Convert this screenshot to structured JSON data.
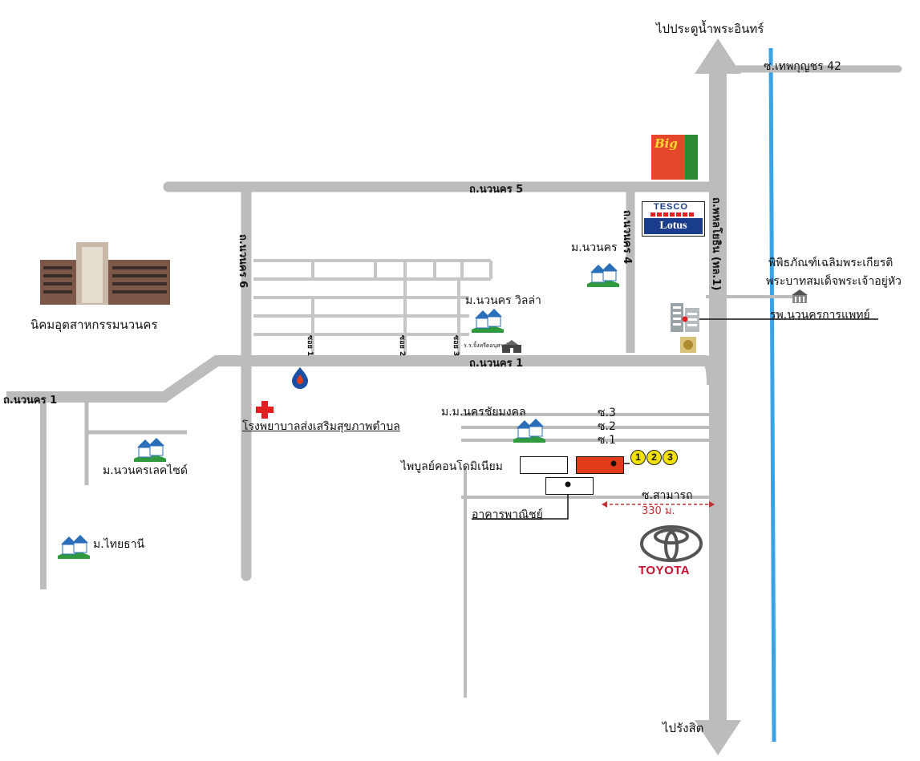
{
  "labels": {
    "north_destination": "ไปประตูน้ำพระอินทร์",
    "south_destination": "ไปรังสิต",
    "soi_thepkunchorn": "ซ.เทพกุญชร 42",
    "road_navanakorn5": "ถ.นวนคร 5",
    "road_navanakorn1_mid": "ถ.นวนคร 1",
    "road_navanakorn1_left": "ถ.นวนคร 1",
    "road_navanakorn6": "ถ.นวนคร 6",
    "road_navanakorn4": "ถ.นวนคร 4",
    "road_phahonyothin": "ถ.พหลโยธิน (ทล.1)",
    "soi1": "ซอย 1",
    "soi2": "ซอย 2",
    "soi3": "ซอย 3",
    "school_label": "ร.ร.จิ้งหรีดอนุสรณ์",
    "industrial_estate": "นิคมอุตสาหกรรมนวนคร",
    "village_navanakorn": "ม.นวนคร",
    "village_villa": "ม.นวนคร วิลล่า",
    "museum_line1": "พิพิธภัณฑ์เฉลิมพระเกียรติ",
    "museum_line2": "พระบาทสมเด็จพระเจ้าอยู่หัว",
    "hospital_private": "รพ.นวนครการแพทย์",
    "health_hospital": "โรงพยาบาลส่งเสริมสุขภาพตำบล",
    "village_nakhonchai": "ม.ม.นครชัยมงคล",
    "soi_s3": "ซ.3",
    "soi_s2": "ซ.2",
    "soi_s1": "ซ.1",
    "condo": "ไพบูลย์คอนโดมิเนียม",
    "commercial": "อาคารพาณิชย์",
    "soi_samarot": "ซ.สามารถ",
    "distance": "330 ม.",
    "village_lakeside": "ม.นวนครเลคไซด์",
    "village_thaithani": "ม.ไทยธานี"
  },
  "logos": {
    "big_c": "Big",
    "tesco_top": "TESCO",
    "tesco_bottom": "Lotus",
    "toyota": "TOYOTA"
  },
  "badges": [
    "1",
    "2",
    "3"
  ],
  "colors": {
    "road": "#bcbcbc",
    "canal": "#3aa3e6",
    "highlight_building": "#e23b1b",
    "distance_marker": "#c03030",
    "badge": "#f3e100"
  }
}
